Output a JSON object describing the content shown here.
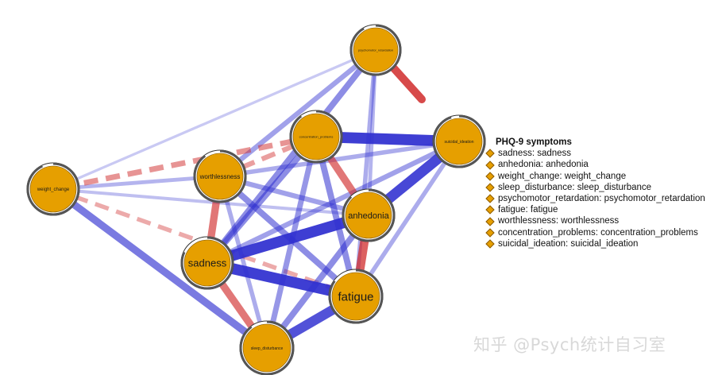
{
  "legend": {
    "title": "PHQ-9 symptoms",
    "items": [
      "sadness: sadness",
      "anhedonia: anhedonia",
      "weight_change: weight_change",
      "sleep_disturbance: sleep_disturbance",
      "psychomotor_retardation: psychomotor_retardation",
      "fatigue: fatigue",
      "worthlessness: worthlessness",
      "concentration_problems: concentration_problems",
      "suicidal_ideation: suicidal_ideation"
    ]
  },
  "nodes": [
    {
      "id": "psychomotor_retardation",
      "label": "psychomotor_retardation"
    },
    {
      "id": "concentration_problems",
      "label": "concentration_problems"
    },
    {
      "id": "suicidal_ideation",
      "label": "suicidal_ideation"
    },
    {
      "id": "worthlessness",
      "label": "worthlessness"
    },
    {
      "id": "weight_change",
      "label": "weight_change"
    },
    {
      "id": "anhedonia",
      "label": "anhedonia"
    },
    {
      "id": "sadness",
      "label": "sadness"
    },
    {
      "id": "fatigue",
      "label": "fatigue"
    },
    {
      "id": "sleep_disturbance",
      "label": "sleep_disturbance"
    }
  ],
  "edges": [
    {
      "from": "psychomotor_retardation",
      "to": "weight_change",
      "sign": "positive",
      "strength": 0.15
    },
    {
      "from": "psychomotor_retardation",
      "to": "worthlessness",
      "sign": "positive",
      "strength": 0.35
    },
    {
      "from": "psychomotor_retardation",
      "to": "sadness",
      "sign": "positive",
      "strength": 0.45
    },
    {
      "from": "psychomotor_retardation",
      "to": "anhedonia",
      "sign": "positive",
      "strength": 0.25
    },
    {
      "from": "psychomotor_retardation",
      "to": "fatigue",
      "sign": "positive",
      "strength": 0.3
    },
    {
      "from": "concentration_problems",
      "to": "suicidal_ideation",
      "sign": "positive",
      "strength": 0.85
    },
    {
      "from": "concentration_problems",
      "to": "sadness",
      "sign": "positive",
      "strength": 0.45
    },
    {
      "from": "concentration_problems",
      "to": "fatigue",
      "sign": "positive",
      "strength": 0.45
    },
    {
      "from": "concentration_problems",
      "to": "sleep_disturbance",
      "sign": "positive",
      "strength": 0.4
    },
    {
      "from": "concentration_problems",
      "to": "anhedonia",
      "sign": "negative",
      "strength": 0.55
    },
    {
      "from": "concentration_problems",
      "to": "worthlessness",
      "sign": "negative",
      "strength": 0.35
    },
    {
      "from": "concentration_problems",
      "to": "weight_change",
      "sign": "negative",
      "strength": 0.4
    },
    {
      "from": "suicidal_ideation",
      "to": "anhedonia",
      "sign": "positive",
      "strength": 0.8
    },
    {
      "from": "suicidal_ideation",
      "to": "worthlessness",
      "sign": "positive",
      "strength": 0.3
    },
    {
      "from": "suicidal_ideation",
      "to": "sadness",
      "sign": "positive",
      "strength": 0.35
    },
    {
      "from": "suicidal_ideation",
      "to": "fatigue",
      "sign": "positive",
      "strength": 0.3
    },
    {
      "from": "worthlessness",
      "to": "weight_change",
      "sign": "positive",
      "strength": 0.25
    },
    {
      "from": "worthlessness",
      "to": "anhedonia",
      "sign": "positive",
      "strength": 0.35
    },
    {
      "from": "worthlessness",
      "to": "fatigue",
      "sign": "positive",
      "strength": 0.45
    },
    {
      "from": "worthlessness",
      "to": "sleep_disturbance",
      "sign": "positive",
      "strength": 0.3
    },
    {
      "from": "worthlessness",
      "to": "sadness",
      "sign": "negative",
      "strength": 0.55
    },
    {
      "from": "weight_change",
      "to": "sleep_disturbance",
      "sign": "positive",
      "strength": 0.55
    },
    {
      "from": "weight_change",
      "to": "anhedonia",
      "sign": "positive",
      "strength": 0.2
    },
    {
      "from": "weight_change",
      "to": "fatigue",
      "sign": "negative",
      "strength": 0.3
    },
    {
      "from": "anhedonia",
      "to": "sadness",
      "sign": "positive",
      "strength": 0.85
    },
    {
      "from": "anhedonia",
      "to": "sleep_disturbance",
      "sign": "positive",
      "strength": 0.45
    },
    {
      "from": "anhedonia",
      "to": "fatigue",
      "sign": "negative",
      "strength": 0.65
    },
    {
      "from": "sadness",
      "to": "fatigue",
      "sign": "positive",
      "strength": 0.85
    },
    {
      "from": "sadness",
      "to": "sleep_disturbance",
      "sign": "negative",
      "strength": 0.55
    },
    {
      "from": "fatigue",
      "to": "sleep_disturbance",
      "sign": "positive",
      "strength": 0.75
    }
  ],
  "colors": {
    "node_fill": "#e69f00",
    "node_border": "#333333",
    "positive_edge": "#2f2fd0",
    "negative_edge": "#d02a2a"
  },
  "watermark": "知乎 @Psych统计自习室"
}
